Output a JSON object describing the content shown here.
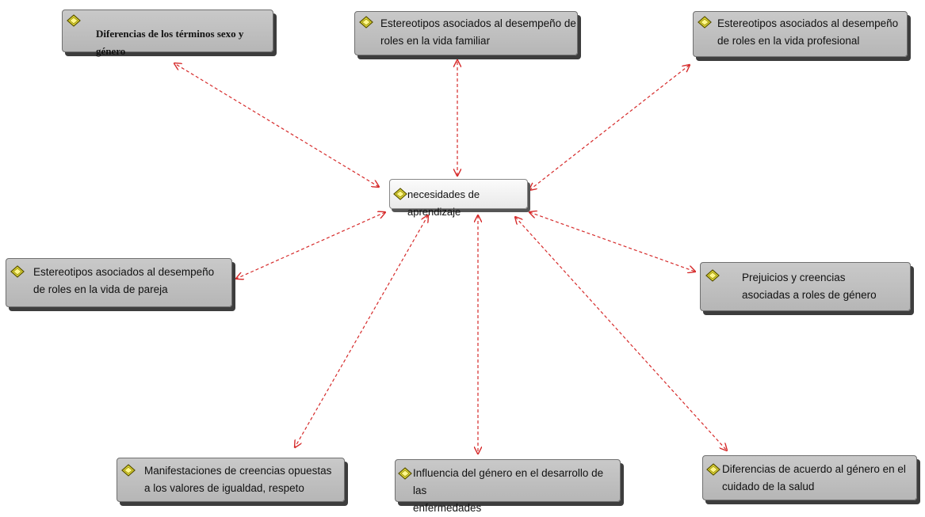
{
  "diagram": {
    "edge_color": "#d62b2b",
    "central_node": {
      "id": "center",
      "label": "necesidades de aprendizaje",
      "icon": "diamond-node-icon"
    },
    "nodes": [
      {
        "id": "terminos",
        "label": "Diferencias de los términos sexo y género",
        "icon": "diamond-node-icon"
      },
      {
        "id": "familiar",
        "label": "Estereotipos asociados al desempeño de\nroles en la vida familiar",
        "icon": "diamond-node-icon"
      },
      {
        "id": "profesional",
        "label": "Estereotipos asociados al desempeño\nde roles en la vida profesional",
        "icon": "diamond-node-icon"
      },
      {
        "id": "pareja",
        "label": "Estereotipos asociados al desempeño\nde roles en la vida de pareja",
        "icon": "diamond-node-icon"
      },
      {
        "id": "prejuicios",
        "label": "Prejuicios y creencias\nasociadas a roles de género",
        "icon": "diamond-node-icon"
      },
      {
        "id": "manifestaciones",
        "label": "Manifestaciones de creencias opuestas\na los valores de igualdad, respeto",
        "icon": "diamond-node-icon"
      },
      {
        "id": "influencia",
        "label": "Influencia del género en el desarrollo de las\nenfermedades",
        "icon": "diamond-node-icon"
      },
      {
        "id": "salud",
        "label": "Diferencias de acuerdo al género en el\ncuidado de la salud",
        "icon": "diamond-node-icon"
      }
    ],
    "edges": [
      {
        "from": "center",
        "to": "terminos",
        "style": "dashed",
        "arrows": "both"
      },
      {
        "from": "center",
        "to": "familiar",
        "style": "dashed",
        "arrows": "both"
      },
      {
        "from": "center",
        "to": "profesional",
        "style": "dashed",
        "arrows": "both"
      },
      {
        "from": "center",
        "to": "pareja",
        "style": "dashed",
        "arrows": "both"
      },
      {
        "from": "center",
        "to": "prejuicios",
        "style": "dashed",
        "arrows": "both"
      },
      {
        "from": "center",
        "to": "manifestaciones",
        "style": "dashed",
        "arrows": "both"
      },
      {
        "from": "center",
        "to": "influencia",
        "style": "dashed",
        "arrows": "both"
      },
      {
        "from": "center",
        "to": "salud",
        "style": "dashed",
        "arrows": "both"
      }
    ]
  }
}
